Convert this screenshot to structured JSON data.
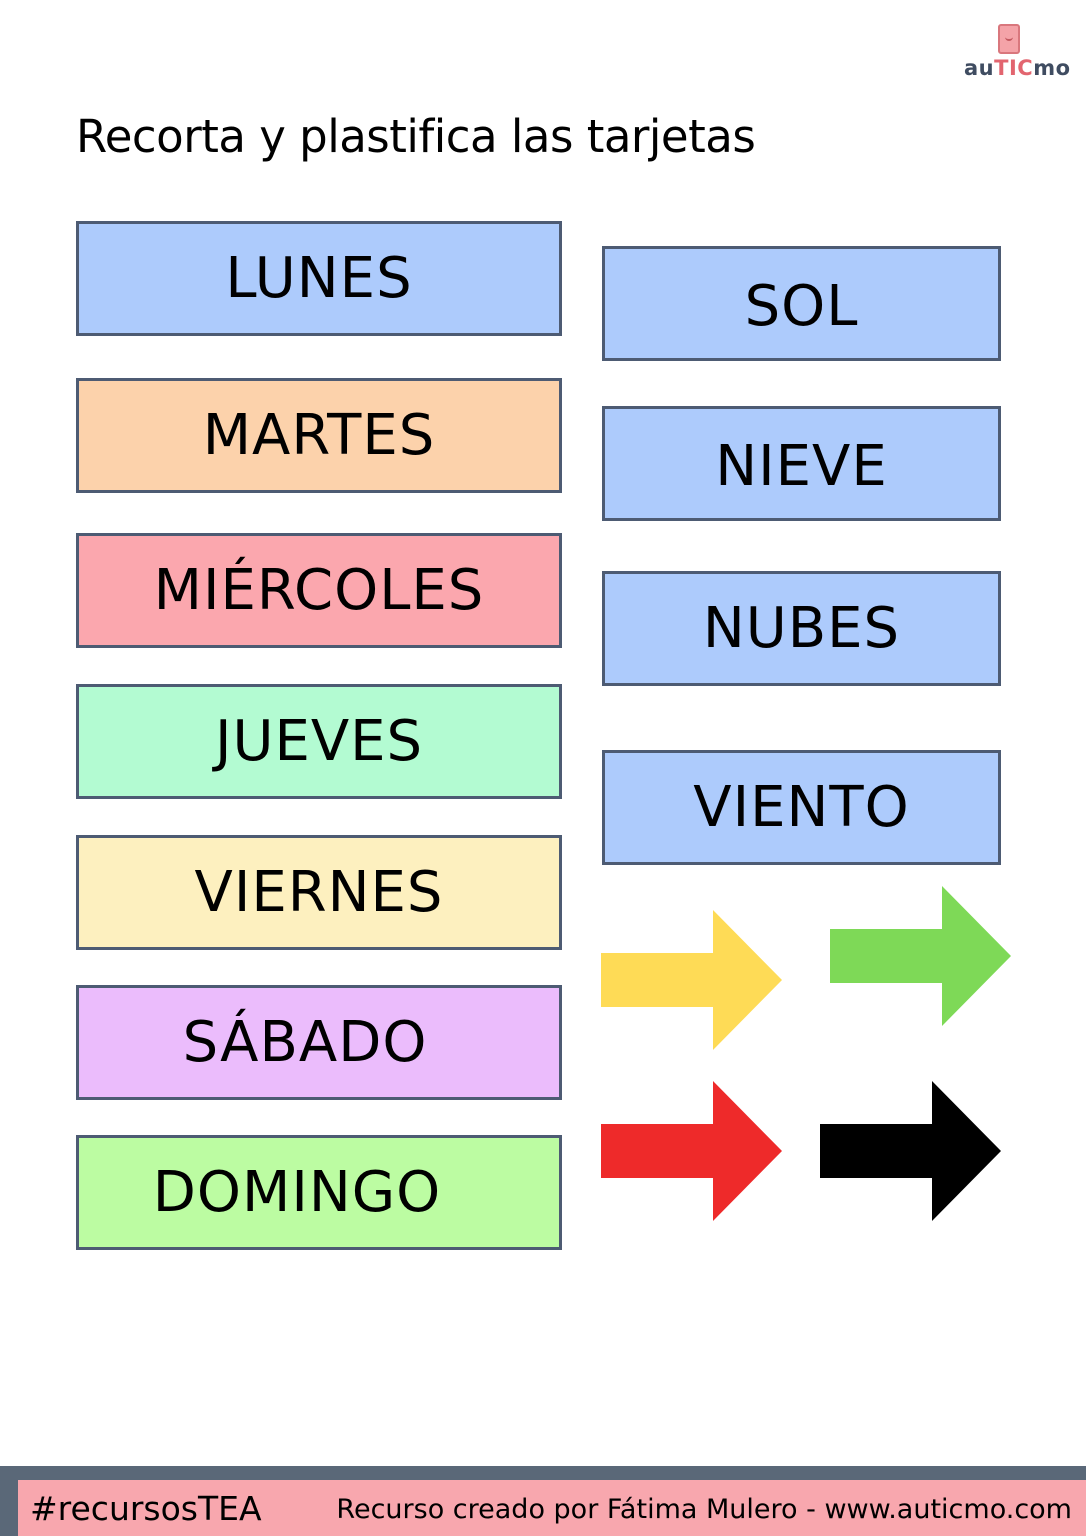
{
  "brand": {
    "prefix": "au",
    "accent": "TIC",
    "suffix": "mo",
    "accent_color": "#e2656f",
    "text_color": "#3f4c61"
  },
  "title": "Recorta y plastifica las tarjetas",
  "days": [
    {
      "label": "LUNES",
      "color": "#adcbfc"
    },
    {
      "label": "MARTES",
      "color": "#fcd2ab"
    },
    {
      "label": "MIÉRCOLES",
      "color": "#fba7ae"
    },
    {
      "label": "JUEVES",
      "color": "#b3fbd2"
    },
    {
      "label": "VIERNES",
      "color": "#fdf0bf"
    },
    {
      "label": "SÁBADO",
      "color": "#ebbcfc"
    },
    {
      "label": "DOMINGO",
      "color": "#bcfca2"
    }
  ],
  "weather": [
    {
      "label": "SOL",
      "color": "#adcbfc"
    },
    {
      "label": "NIEVE",
      "color": "#adcbfc"
    },
    {
      "label": "NUBES",
      "color": "#adcbfc"
    },
    {
      "label": "VIENTO",
      "color": "#adcbfc"
    }
  ],
  "arrows": [
    {
      "name": "yellow-arrow-icon",
      "color": "#fedb56"
    },
    {
      "name": "green-arrow-icon",
      "color": "#7ed957"
    },
    {
      "name": "red-arrow-icon",
      "color": "#ee2a2a"
    },
    {
      "name": "black-arrow-icon",
      "color": "#000000"
    }
  ],
  "footer": {
    "hashtag": "#recursosTEA",
    "credit": "Recurso creado por Fátima Mulero - www.auticmo.com",
    "bar_color": "#f8a7ae"
  }
}
